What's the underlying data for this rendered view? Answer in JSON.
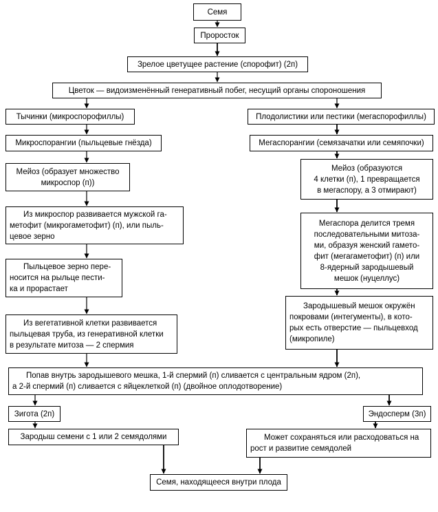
{
  "diagram": {
    "title_hint": "Жизненный цикл цветкового растения",
    "colors": {
      "ink": "#000000",
      "background": "#ffffff"
    },
    "nodes": {
      "seed": "Семя",
      "seedling": "Проросток",
      "mature_plant": "Зрелое цветущее растение (спорофит) (2п)",
      "flower": "Цветок — видоизменённый генеративный побег, несущий органы спороношения",
      "stamens": "Тычинки (микроспорофиллы)",
      "carpels": "Плодолистики или пестики (мегаспорофиллы)",
      "microsporangia": "Микроспорангии (пыльцевые гнёзда)",
      "megasporangia": "Мегаспорангии (семязачатки или семяпочки)",
      "meiosis_micro": [
        "Мейоз (образует множество",
        "микроспор (п))"
      ],
      "meiosis_mega": [
        "Мейоз (образуются",
        "4 клетки (п), 1 превращается",
        "в мегаспору, а 3 отмирают)"
      ],
      "male_gametophyte": [
        "Из микроспор развивается мужской га-",
        "метофит (микрогаметофит) (п), или пыль-",
        "цевое зерно"
      ],
      "megaspore_division": [
        "Мегаспора делится тремя",
        "последовательными митоза-",
        "ми, образуя женский гамето-",
        "фит (мегагаметофит) (п) или",
        "8-ядерный зародышевый",
        "мешок (нуцеллус)"
      ],
      "pollen_transfer": [
        "Пыльцевое зерно пере-",
        "носится на рыльце пести-",
        "ка и прорастает"
      ],
      "pollen_tube": [
        "Из вегетативной клетки развивается",
        "пыльцевая труба, из генеративной клетки",
        "в результате митоза — 2 спермия"
      ],
      "embryo_sac": [
        "Зародышевый мешок окружён",
        "покровами (интегументы), в кото-",
        "рых есть отверстие — пыльцевход",
        "(микропиле)"
      ],
      "double_fertilization": [
        "Попав внутрь зародышевого мешка, 1-й спермий (п) сливается с центральным ядром (2п),",
        "а 2-й спермий (п) сливается с яйцеклеткой (п) (двойное оплодотворение)"
      ],
      "zygote": "Зигота (2п)",
      "endosperm": "Эндосперм (3п)",
      "embryo": "Зародыш семени с 1 или 2 семядолями",
      "endosperm_fate": [
        "Может сохраняться или расходоваться на",
        "рост и развитие семядолей"
      ],
      "final_seed": "Семя, находящееся внутри плода"
    }
  }
}
